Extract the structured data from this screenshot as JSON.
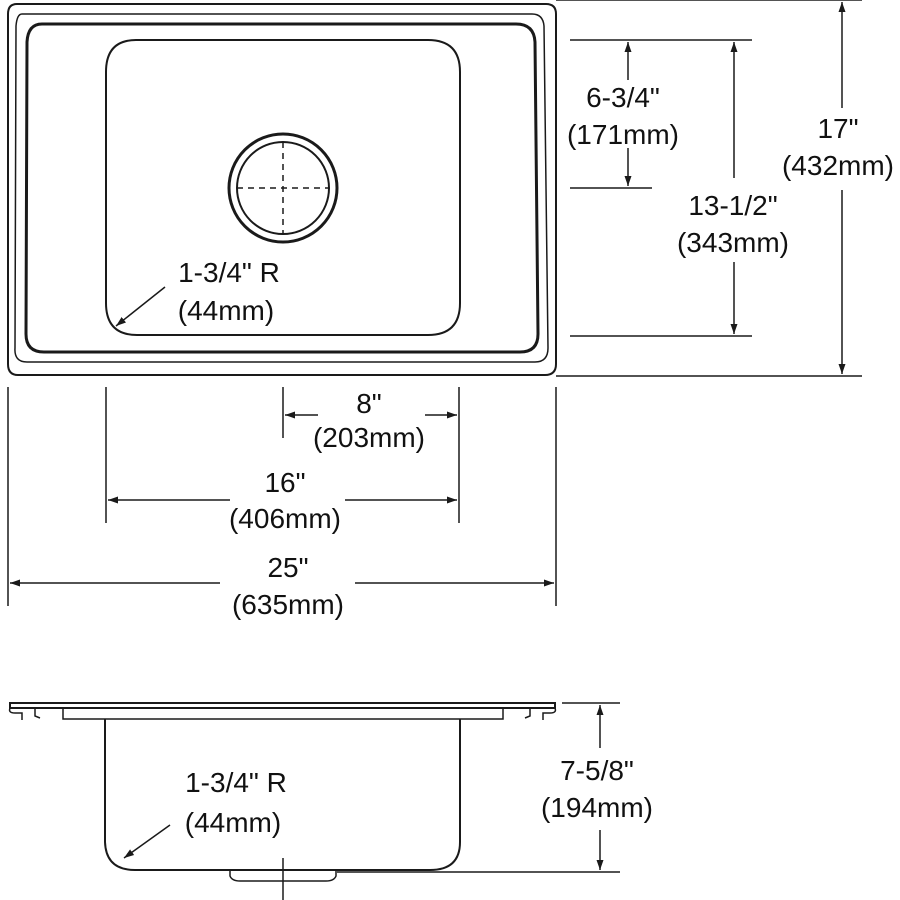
{
  "top_view": {
    "dims": {
      "drain_offset": {
        "in": "6-3/4\"",
        "mm": "(171mm)"
      },
      "bowl_length": {
        "in": "13-1/2\"",
        "mm": "(343mm)"
      },
      "overall_length": {
        "in": "17\"",
        "mm": "(432mm)"
      },
      "corner_radius": {
        "in": "1-3/4\" R",
        "mm": "(44mm)"
      },
      "drain_center_width": {
        "in": "8\"",
        "mm": "(203mm)"
      },
      "bowl_width": {
        "in": "16\"",
        "mm": "(406mm)"
      },
      "overall_width": {
        "in": "25\"",
        "mm": "(635mm)"
      }
    }
  },
  "side_view": {
    "dims": {
      "corner_radius": {
        "in": "1-3/4\" R",
        "mm": "(44mm)"
      },
      "depth": {
        "in": "7-5/8\"",
        "mm": "(194mm)"
      }
    }
  },
  "colors": {
    "line": "#1a1a1a",
    "text": "#111111",
    "background": "#ffffff"
  }
}
